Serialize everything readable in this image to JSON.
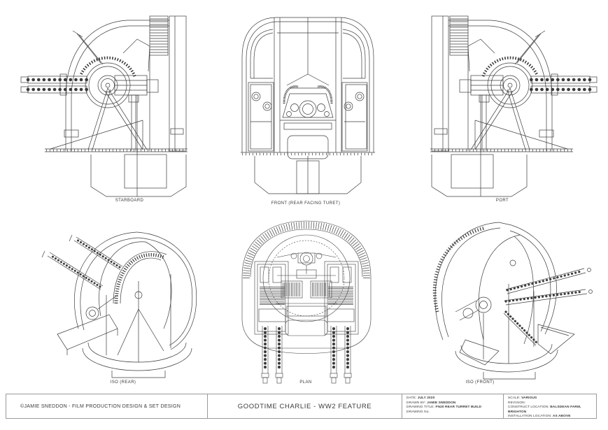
{
  "views": {
    "starboard": {
      "label": "STARBOARD"
    },
    "front": {
      "label": "FRONT (REAR FACING TURET)"
    },
    "port": {
      "label": "PORT"
    },
    "iso_rear": {
      "label": "ISO (REAR)"
    },
    "plan": {
      "label": "PLAN"
    },
    "iso_front": {
      "label": "ISO (FRONT)"
    }
  },
  "title_block": {
    "copyright": "©JAMIE SNEDDON - FILM PRODUCTION DESIGN & SET DESIGN",
    "project_title": "GOODTIME CHARLIE - WW2 FEATURE",
    "info_left": [
      {
        "label": "DATE: ",
        "value": "JULY 2020"
      },
      {
        "label": "DRAWN BY: ",
        "value": "JAMIE SNEDDON"
      },
      {
        "label": "DRAWING TITLE: ",
        "value": "FN20 REAR TURRET BUILD"
      },
      {
        "label": "DRAWING No.",
        "value": ""
      }
    ],
    "info_right": [
      {
        "label": "SCALE: ",
        "value": "VARIOUS"
      },
      {
        "label": "REVISION:",
        "value": ""
      },
      {
        "label": "CONSTRUCT LOCATION: ",
        "value": "BALSDEAN FARM, BRIGHTON"
      },
      {
        "label": "INSTALLATION LOCATION: ",
        "value": "AS ABOVE"
      }
    ]
  },
  "colors": {
    "line": "#3c3c3c",
    "frame": "#9a9a9a",
    "text": "#3a3a3a"
  }
}
